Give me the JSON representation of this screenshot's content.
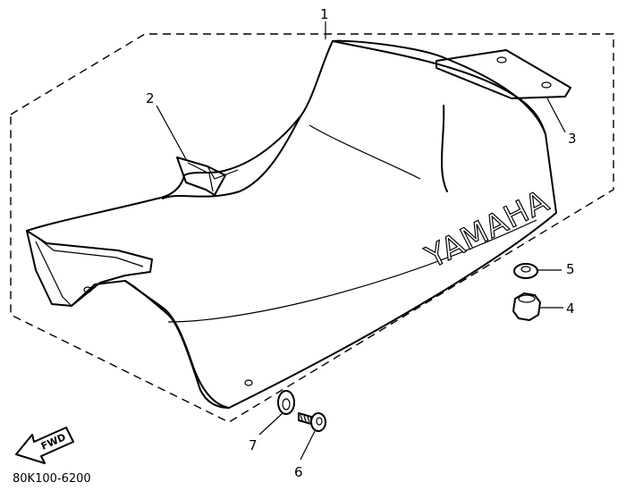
{
  "assembly_number": "1",
  "callouts": [
    {
      "id": "2",
      "part": "seat-clip"
    },
    {
      "id": "3",
      "part": "seat-bracket"
    },
    {
      "id": "4",
      "part": "nut"
    },
    {
      "id": "5",
      "part": "washer"
    },
    {
      "id": "6",
      "part": "bolt"
    },
    {
      "id": "7",
      "part": "washer"
    }
  ],
  "brand_text": "YAMAHA",
  "direction_label": "FWD",
  "diagram_code": "80K100-6200"
}
